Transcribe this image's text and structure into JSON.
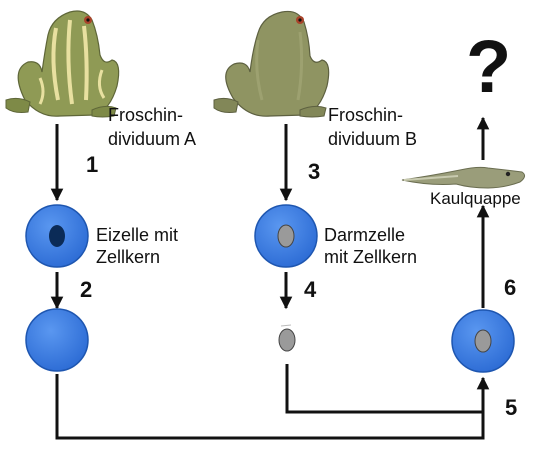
{
  "labels": {
    "frog_a_line1": "Froschin-",
    "frog_a_line2": "dividuum A",
    "frog_b_line1": "Froschin-",
    "frog_b_line2": "dividuum B",
    "egg_line1": "Eizelle mit",
    "egg_line2": "Zellkern",
    "gut_line1": "Darmzelle",
    "gut_line2": "mit Zellkern",
    "tadpole": "Kaulquappe",
    "question": "?"
  },
  "steps": [
    "1",
    "2",
    "3",
    "4",
    "5",
    "6"
  ],
  "colors": {
    "cell_fill": "#3d7de0",
    "cell_outline": "#1e56b0",
    "egg_nucleus": "#0b2b57",
    "gut_nucleus": "#9a9a9a",
    "frog_a_body": "#8f9a55",
    "frog_a_stripes": "#e8e0a0",
    "frog_b_body": "#8f9462",
    "tadpole_body": "#9a9d7a",
    "arrow": "#111111"
  }
}
